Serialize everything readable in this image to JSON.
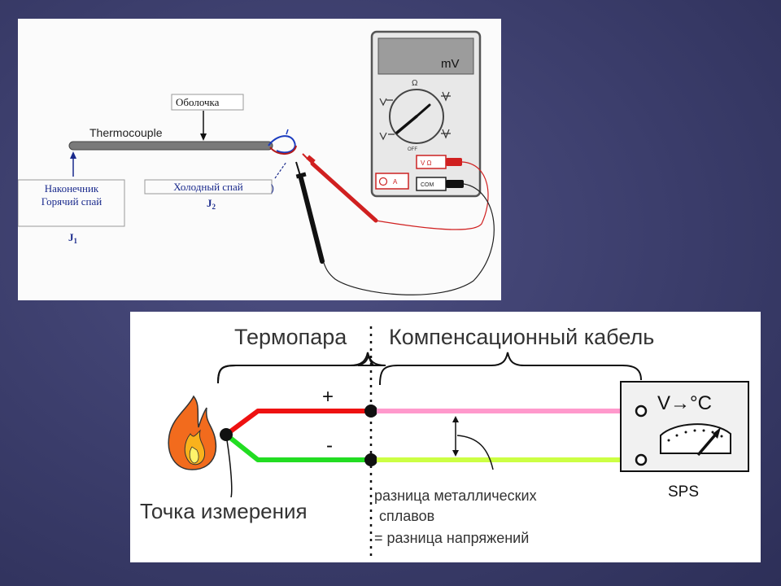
{
  "top_diagram": {
    "sheath_label": "Оболочка",
    "thermocouple_label": "Thermocouple",
    "tip_label_line1": "Наконечник",
    "tip_label_line2": "Горячий спай",
    "tip_junction": "J",
    "tip_junction_sub": "1",
    "cold_label": "Холодный спай",
    "cold_junction": "J",
    "cold_junction_sub": "2",
    "meter": {
      "display": "mV",
      "dial_ohm": "Ω",
      "dial_off": "OFF",
      "jack_va": "V Ω",
      "jack_com": "COM",
      "jack_a": "A"
    }
  },
  "bottom_diagram": {
    "thermocouple_header": "Термопара",
    "cable_header": "Компенсационный кабель",
    "plus": "+",
    "minus": "-",
    "device_label": "V→°C",
    "device_name": "SPS",
    "measure_point": "Точка измерения",
    "note_line1": "разница металлических",
    "note_line2": "сплавов",
    "note_line3": "= разница напряжений",
    "colors": {
      "positive_wire": "#ee1111",
      "negative_wire": "#22dd22",
      "comp_positive": "#ff99cc",
      "comp_negative": "#ccff44"
    }
  }
}
